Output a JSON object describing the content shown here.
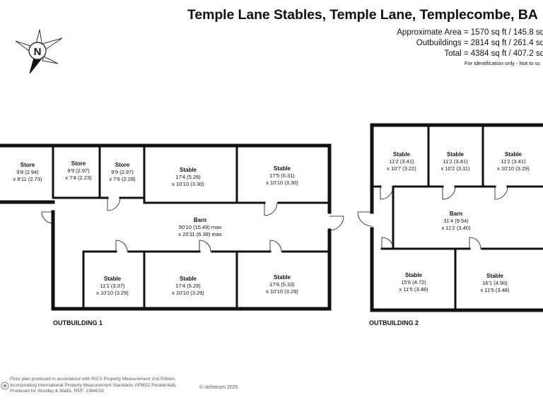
{
  "header": {
    "title": "Temple Lane Stables, Temple Lane, Templecombe, BA",
    "area_lines": [
      "Approximate Area = 1570 sq ft / 145.8 sq",
      "Outbuildings = 2814 sq ft / 261.4 sq",
      "Total = 4384 sq ft / 407.2 sq"
    ],
    "identification": "For identification only - Not to sc"
  },
  "compass": {
    "letter": "N",
    "icon": "north-arrow-icon"
  },
  "outbuilding_1": {
    "label": "OUTBUILDING 1",
    "rooms": [
      {
        "id": "store-1",
        "name": "Store",
        "dims": [
          "9'8 (2.94)",
          "x 8'11 (2.73)"
        ]
      },
      {
        "id": "store-2",
        "name": "Store",
        "dims": [
          "9'9 (2.97)",
          "x 7'4 (2.23)"
        ]
      },
      {
        "id": "store-3",
        "name": "Store",
        "dims": [
          "9'9 (2.97)",
          "x 7'6 (2.28)"
        ]
      },
      {
        "id": "stable-top-1",
        "name": "Stable",
        "dims": [
          "17'4 (5.28)",
          "x 10'10 (3.30)"
        ]
      },
      {
        "id": "stable-top-2",
        "name": "Stable",
        "dims": [
          "17'5 (5.31)",
          "x 10'10 (3.30)"
        ]
      },
      {
        "id": "barn",
        "name": "Barn",
        "dims": [
          "50'10 (15.49) max",
          "x 20'11 (6.38) max"
        ]
      },
      {
        "id": "stable-bot-1",
        "name": "Stable",
        "dims": [
          "11'1 (3.37)",
          "x 10'10 (3.29)"
        ]
      },
      {
        "id": "stable-bot-2",
        "name": "Stable",
        "dims": [
          "17'4 (5.29)",
          "x 10'10 (3.29)"
        ]
      },
      {
        "id": "stable-bot-3",
        "name": "Stable",
        "dims": [
          "17'6 (5.33)",
          "x 10'10 (3.29)"
        ]
      }
    ]
  },
  "outbuilding_2": {
    "label": "OUTBUILDING 2",
    "rooms": [
      {
        "id": "stable-top-1",
        "name": "Stable",
        "dims": [
          "11'2 (3.41)",
          "x 10'7 (3.22)"
        ]
      },
      {
        "id": "stable-top-2",
        "name": "Stable",
        "dims": [
          "11'2 (3.41)",
          "x 10'2 (3.11)"
        ]
      },
      {
        "id": "stable-top-3",
        "name": "Stable",
        "dims": [
          "11'2 (3.41)",
          "x 10'10 (3.29)"
        ]
      },
      {
        "id": "barn",
        "name": "Barn",
        "dims": [
          "31'4 (9.54)",
          "x 11'2 (3.40)"
        ]
      },
      {
        "id": "stable-bot-1",
        "name": "Stable",
        "dims": [
          "15'6 (4.72)",
          "x 11'5 (3.48)"
        ]
      },
      {
        "id": "stable-bot-2",
        "name": "Stable",
        "dims": [
          "16'1 (4.90)",
          "x 11'5 (3.48)"
        ]
      }
    ]
  },
  "footer": {
    "lines": [
      "Floor plan produced in accordance with RICS Property Measurement 2nd Edition,",
      "Incorporating International Property Measurement Standards (IPMS2 Residential).",
      "Produced for Woolley & Wallis.   REF: 1364019"
    ],
    "copyright": "© nichecom 2025."
  }
}
